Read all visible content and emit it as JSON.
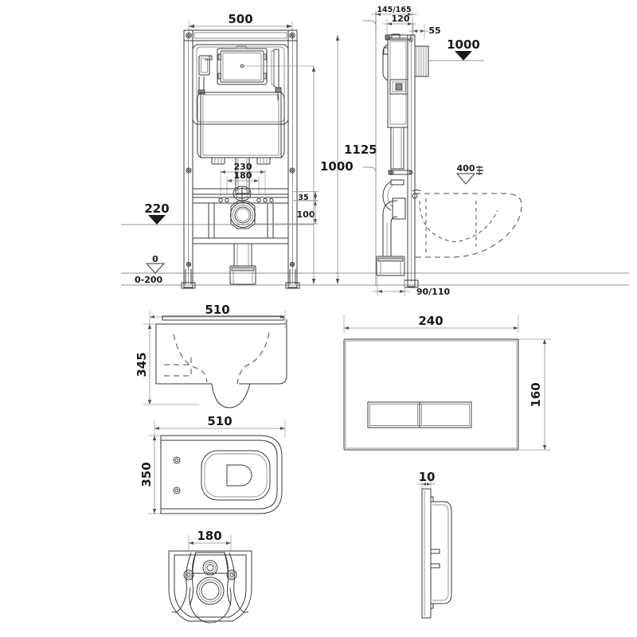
{
  "drawing": {
    "title": "Concealed cistern frame and wall-hung WC technical drawing",
    "background_color": "#ffffff",
    "line_color": "#3a3a3a",
    "text_color": "#1a1a1a",
    "units": "mm"
  },
  "views": {
    "frame_front": {
      "name": "Installation frame - front elevation",
      "dimensions": {
        "width_500": "500",
        "height_1125": "1125",
        "height_1000": "1000",
        "pipe_spacing_230": "230",
        "pipe_spacing_180": "180",
        "offset_35": "35",
        "offset_100": "100"
      },
      "levels": {
        "level_220": "220",
        "level_0": "0",
        "range_0_200": "0-200"
      }
    },
    "frame_side": {
      "name": "Installation frame - side elevation",
      "dimensions": {
        "depth_145_165": "145/165",
        "depth_120": "120",
        "depth_55": "55",
        "outlet_90_110": "90/110"
      },
      "levels": {
        "level_1000": "1000",
        "level_400": "400"
      }
    },
    "wc_side": {
      "name": "Wall-hung WC - side elevation",
      "dimensions": {
        "length_510": "510",
        "height_345": "345"
      }
    },
    "wc_top": {
      "name": "Wall-hung WC - plan view",
      "dimensions": {
        "length_510": "510",
        "width_350": "350"
      }
    },
    "wc_back": {
      "name": "Wall-hung WC - rear view",
      "dimensions": {
        "bolt_spacing_180": "180"
      }
    },
    "flush_plate_front": {
      "name": "Dual flush plate - front view",
      "dimensions": {
        "width_240": "240",
        "height_160": "160"
      }
    },
    "flush_plate_side": {
      "name": "Dual flush plate - side view",
      "dimensions": {
        "thickness_10": "10"
      }
    }
  }
}
